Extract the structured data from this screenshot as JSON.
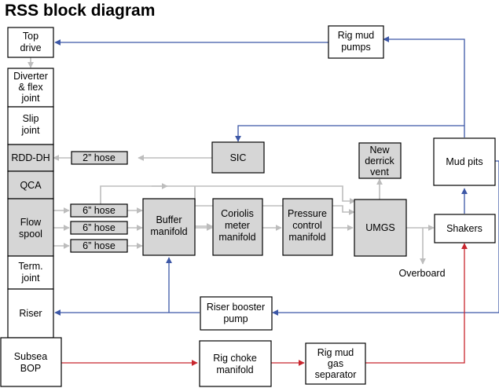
{
  "title": "RSS block diagram",
  "colors": {
    "gray_flow": "#bdbdbd",
    "blue_flow": "#3c57a6",
    "red_flow": "#c8262e",
    "gray_box": "#d6d6d6"
  },
  "boxes": {
    "top_drive": [
      "Top",
      "drive"
    ],
    "rig_mud_pumps": [
      "Rig mud",
      "pumps"
    ],
    "diverter": [
      "Diverter",
      "& flex",
      "joint"
    ],
    "slip_joint": [
      "Slip",
      "joint"
    ],
    "rdd_dh": [
      "RDD-DH"
    ],
    "qca": [
      "QCA"
    ],
    "flow_spool": [
      "Flow",
      "spool"
    ],
    "term_joint": [
      "Term.",
      "joint"
    ],
    "riser": [
      "Riser"
    ],
    "subsea_bop": [
      "Subsea",
      "BOP"
    ],
    "hose_2in": [
      "2” hose"
    ],
    "hose_6in_1": [
      "6” hose"
    ],
    "hose_6in_2": [
      "6” hose"
    ],
    "hose_6in_3": [
      "6” hose"
    ],
    "sic": [
      "SIC"
    ],
    "new_derrick_vent": [
      "New",
      "derrick",
      "vent"
    ],
    "mud_pits": [
      "Mud pits"
    ],
    "buffer_manifold": [
      "Buffer",
      "manifold"
    ],
    "coriolis_meter_manifold": [
      "Coriolis",
      "meter",
      "manifold"
    ],
    "pressure_control_manifold": [
      "Pressure",
      "control",
      "manifold"
    ],
    "umgs": [
      "UMGS"
    ],
    "shakers": [
      "Shakers"
    ],
    "riser_booster_pump": [
      "Riser booster",
      "pump"
    ],
    "rig_choke_manifold": [
      "Rig choke",
      "manifold"
    ],
    "rig_mud_gas_separator": [
      "Rig mud",
      "gas",
      "separator"
    ]
  },
  "labels": {
    "overboard": "Overboard"
  }
}
